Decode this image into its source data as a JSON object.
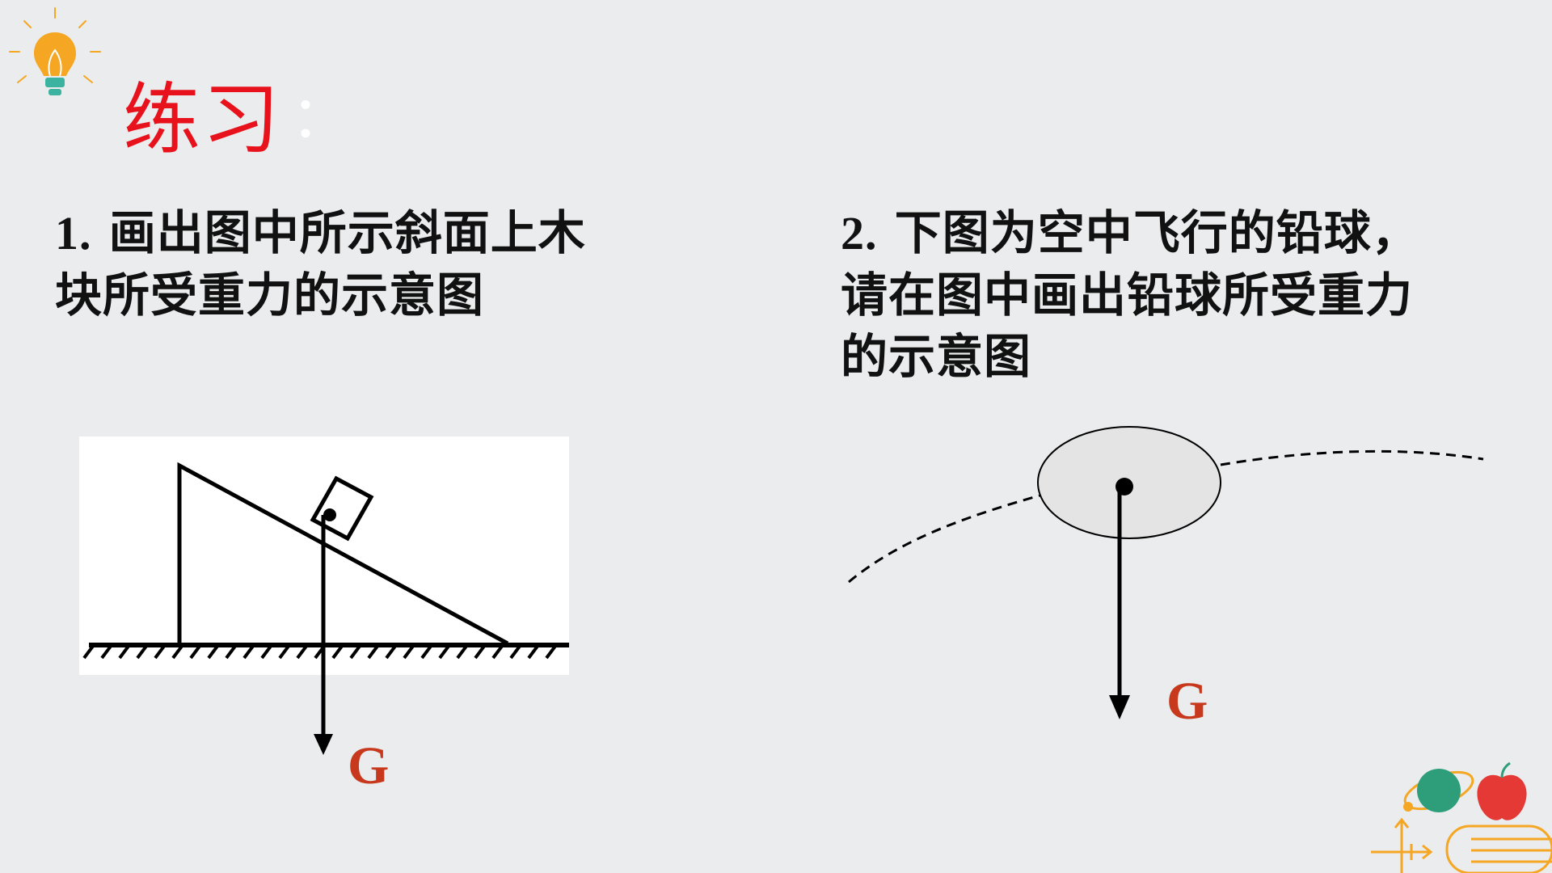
{
  "slide": {
    "title": "练习",
    "title_colon": "：",
    "icon": "lightbulb-icon",
    "decoration": "planet-apple-books-icon"
  },
  "questions": [
    {
      "number": "1.",
      "text_lines": [
        "画出图中所示斜面上木",
        "块所受重力的示意图"
      ]
    },
    {
      "number": "2.",
      "text_lines": [
        "下图为空中飞行的铅球，",
        "请在图中画出铅球所受重力",
        "的示意图"
      ]
    }
  ],
  "diagrams": {
    "incline": {
      "force_label": "G"
    },
    "shot_put": {
      "force_label": "G"
    }
  },
  "colors": {
    "title": "#e8121c",
    "force_label": "#c8381c",
    "background": "#eaeced",
    "bulb": "#f5a623",
    "planet": "#2e9e7a",
    "apple": "#e53935"
  }
}
